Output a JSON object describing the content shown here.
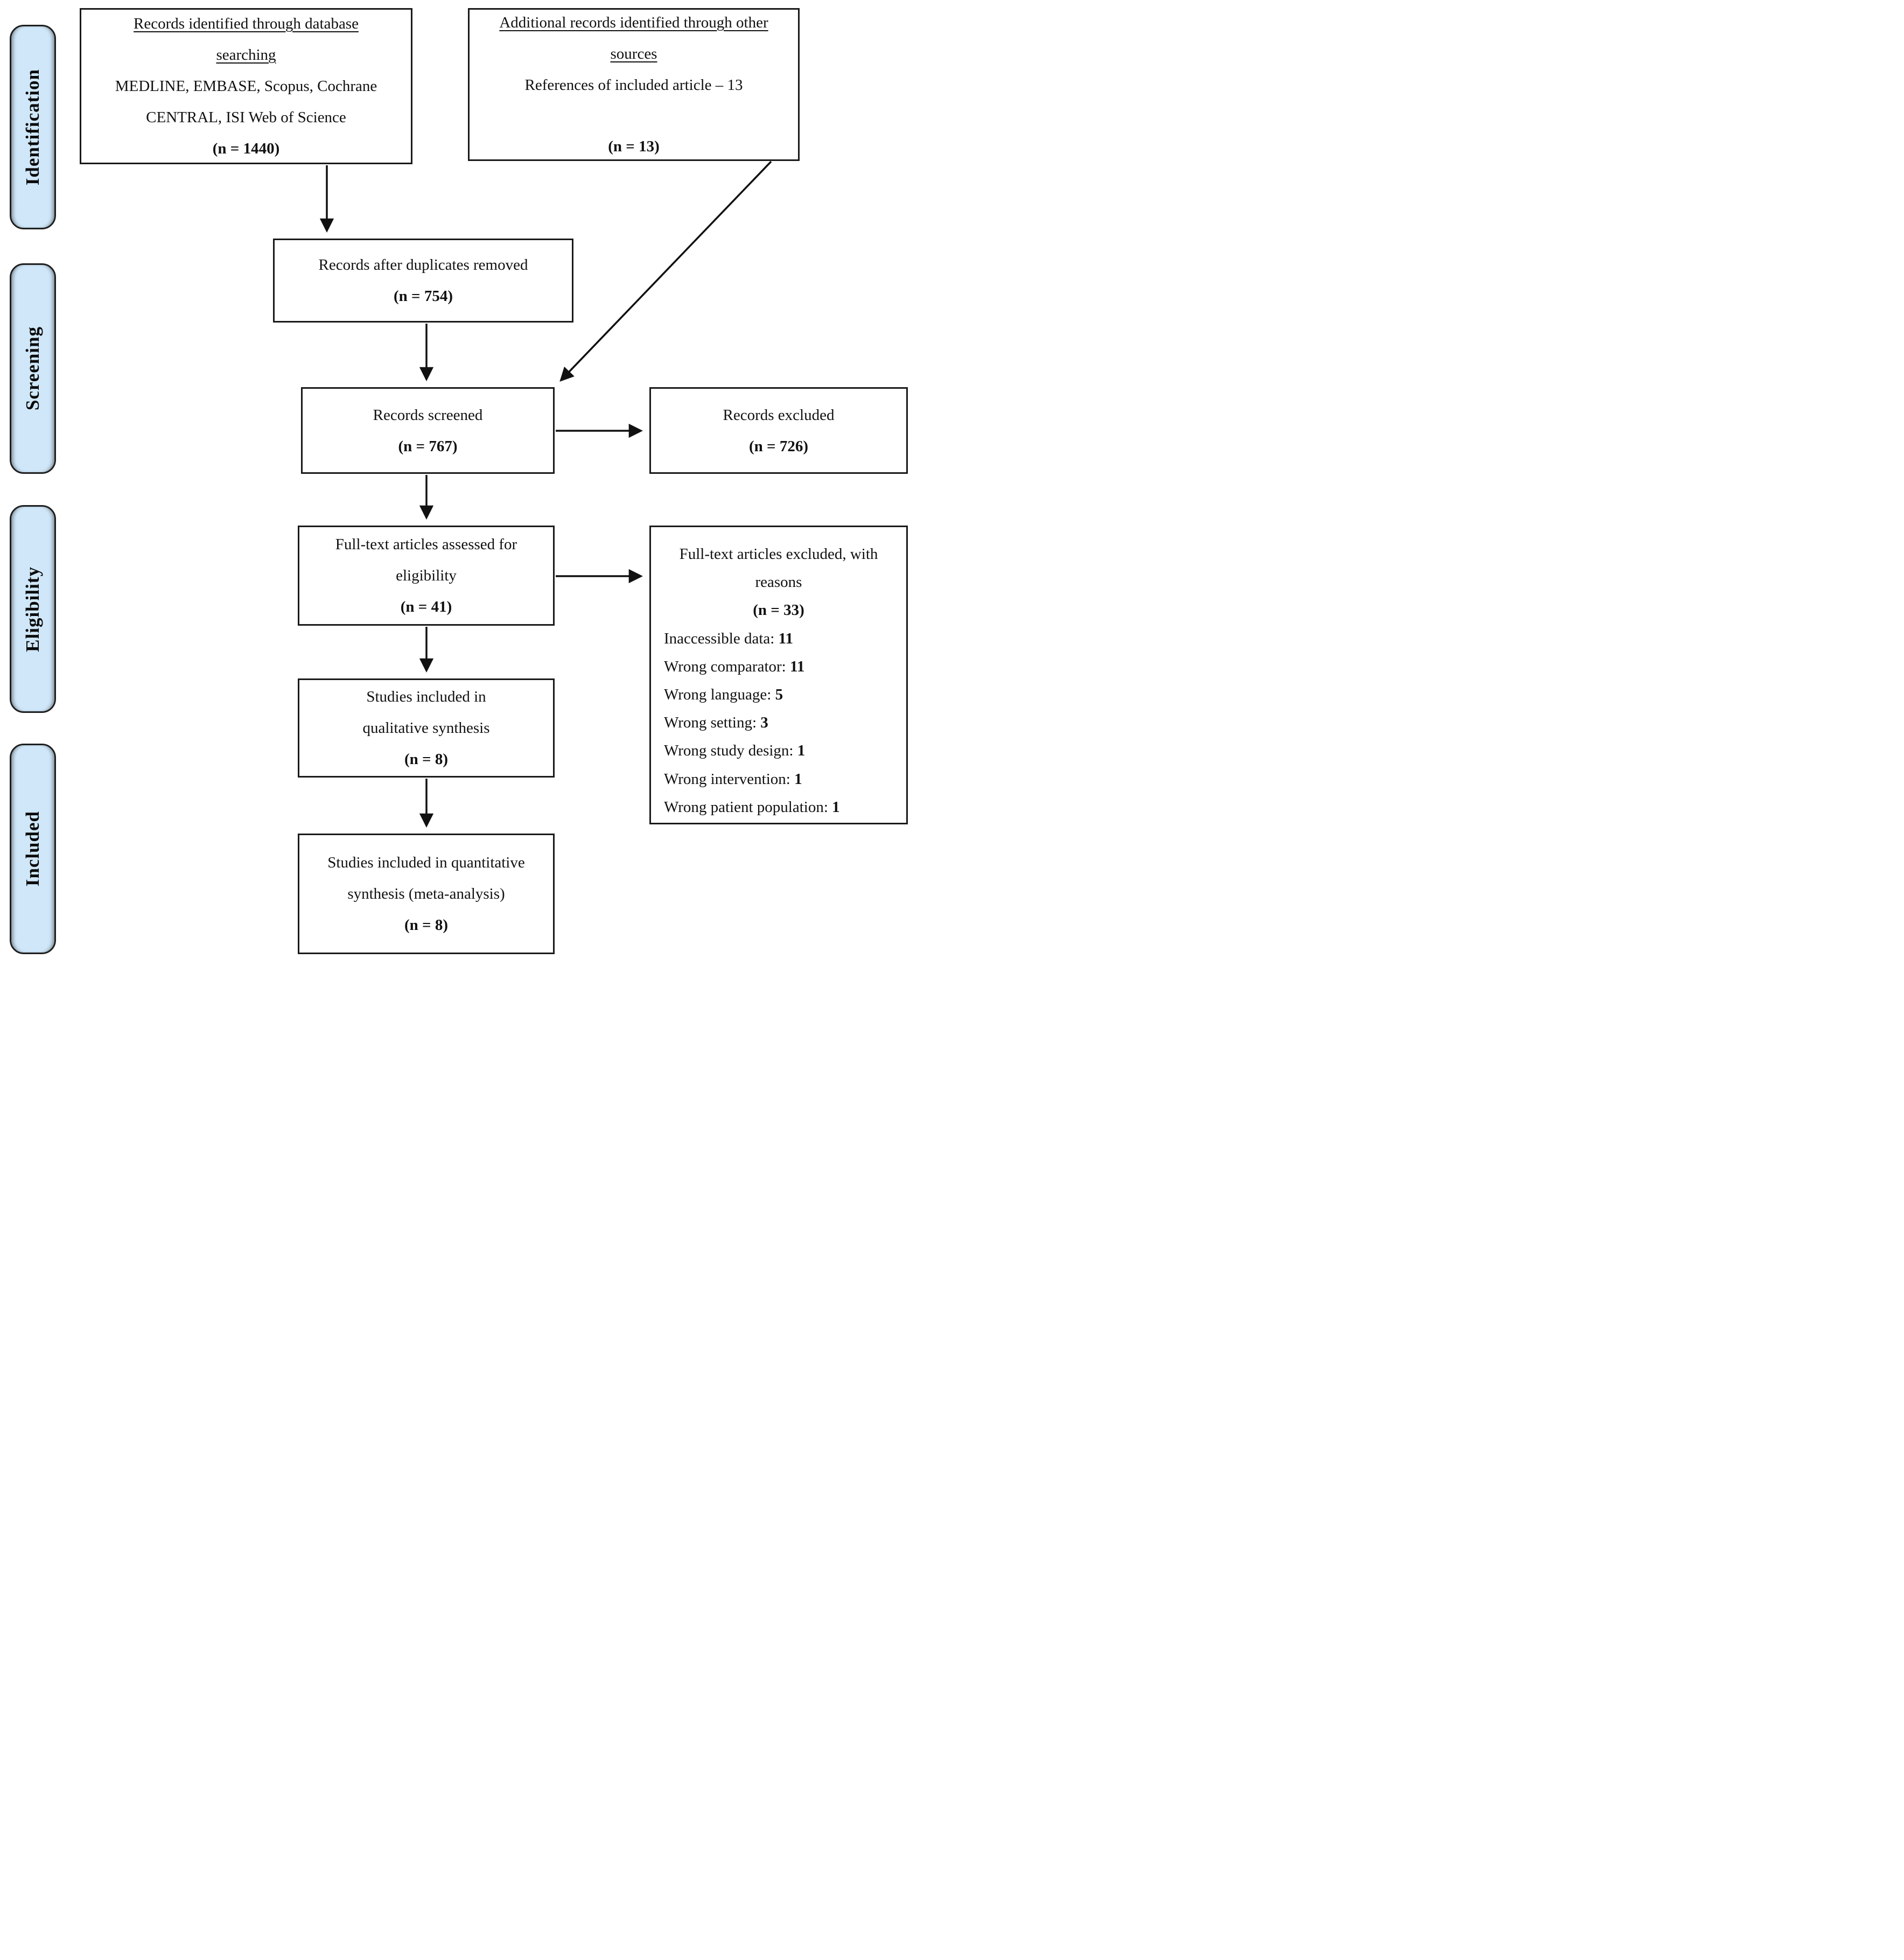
{
  "phases": [
    {
      "label": "Identification"
    },
    {
      "label": "Screening"
    },
    {
      "label": "Eligibility"
    },
    {
      "label": "Included"
    }
  ],
  "boxes": {
    "db_search": {
      "heading": "Records identified through database searching",
      "body": "MEDLINE, EMBASE, Scopus, Cochrane CENTRAL, ISI Web of Science",
      "count": "(n = 1440)"
    },
    "other_sources": {
      "heading": "Additional records identified through other sources",
      "body": "References of included article – 13",
      "count": "(n = 13)"
    },
    "duplicates_removed": {
      "body": "Records after duplicates removed",
      "count": "(n = 754)"
    },
    "records_screened": {
      "body": "Records screened",
      "count": "(n = 767)"
    },
    "records_excluded": {
      "body": "Records excluded",
      "count": "(n = 726)"
    },
    "full_text_assessed": {
      "body": "Full-text articles assessed for eligibility",
      "count": "(n = 41)"
    },
    "full_text_excluded": {
      "heading": "Full-text articles excluded, with reasons",
      "count": "(n = 33)",
      "reasons": [
        {
          "label": "Inaccessible data:",
          "value": "11"
        },
        {
          "label": "Wrong comparator:",
          "value": "11"
        },
        {
          "label": "Wrong language:",
          "value": "5"
        },
        {
          "label": "Wrong setting:",
          "value": "3"
        },
        {
          "label": "Wrong study design:",
          "value": "1"
        },
        {
          "label": "Wrong intervention:",
          "value": "1"
        },
        {
          "label": "Wrong patient population:",
          "value": "1"
        }
      ]
    },
    "qualitative_synthesis": {
      "body": "Studies included in qualitative synthesis",
      "count": "(n = 8)"
    },
    "quantitative_synthesis": {
      "body": "Studies included in quantitative synthesis (meta-analysis)",
      "count": "(n = 8)"
    }
  },
  "colors": {
    "phase_fill": "#cfe7f9",
    "phase_border": "#1f1f1f",
    "box_border": "#1a1a1a",
    "arrow": "#111111",
    "text": "#111111"
  }
}
